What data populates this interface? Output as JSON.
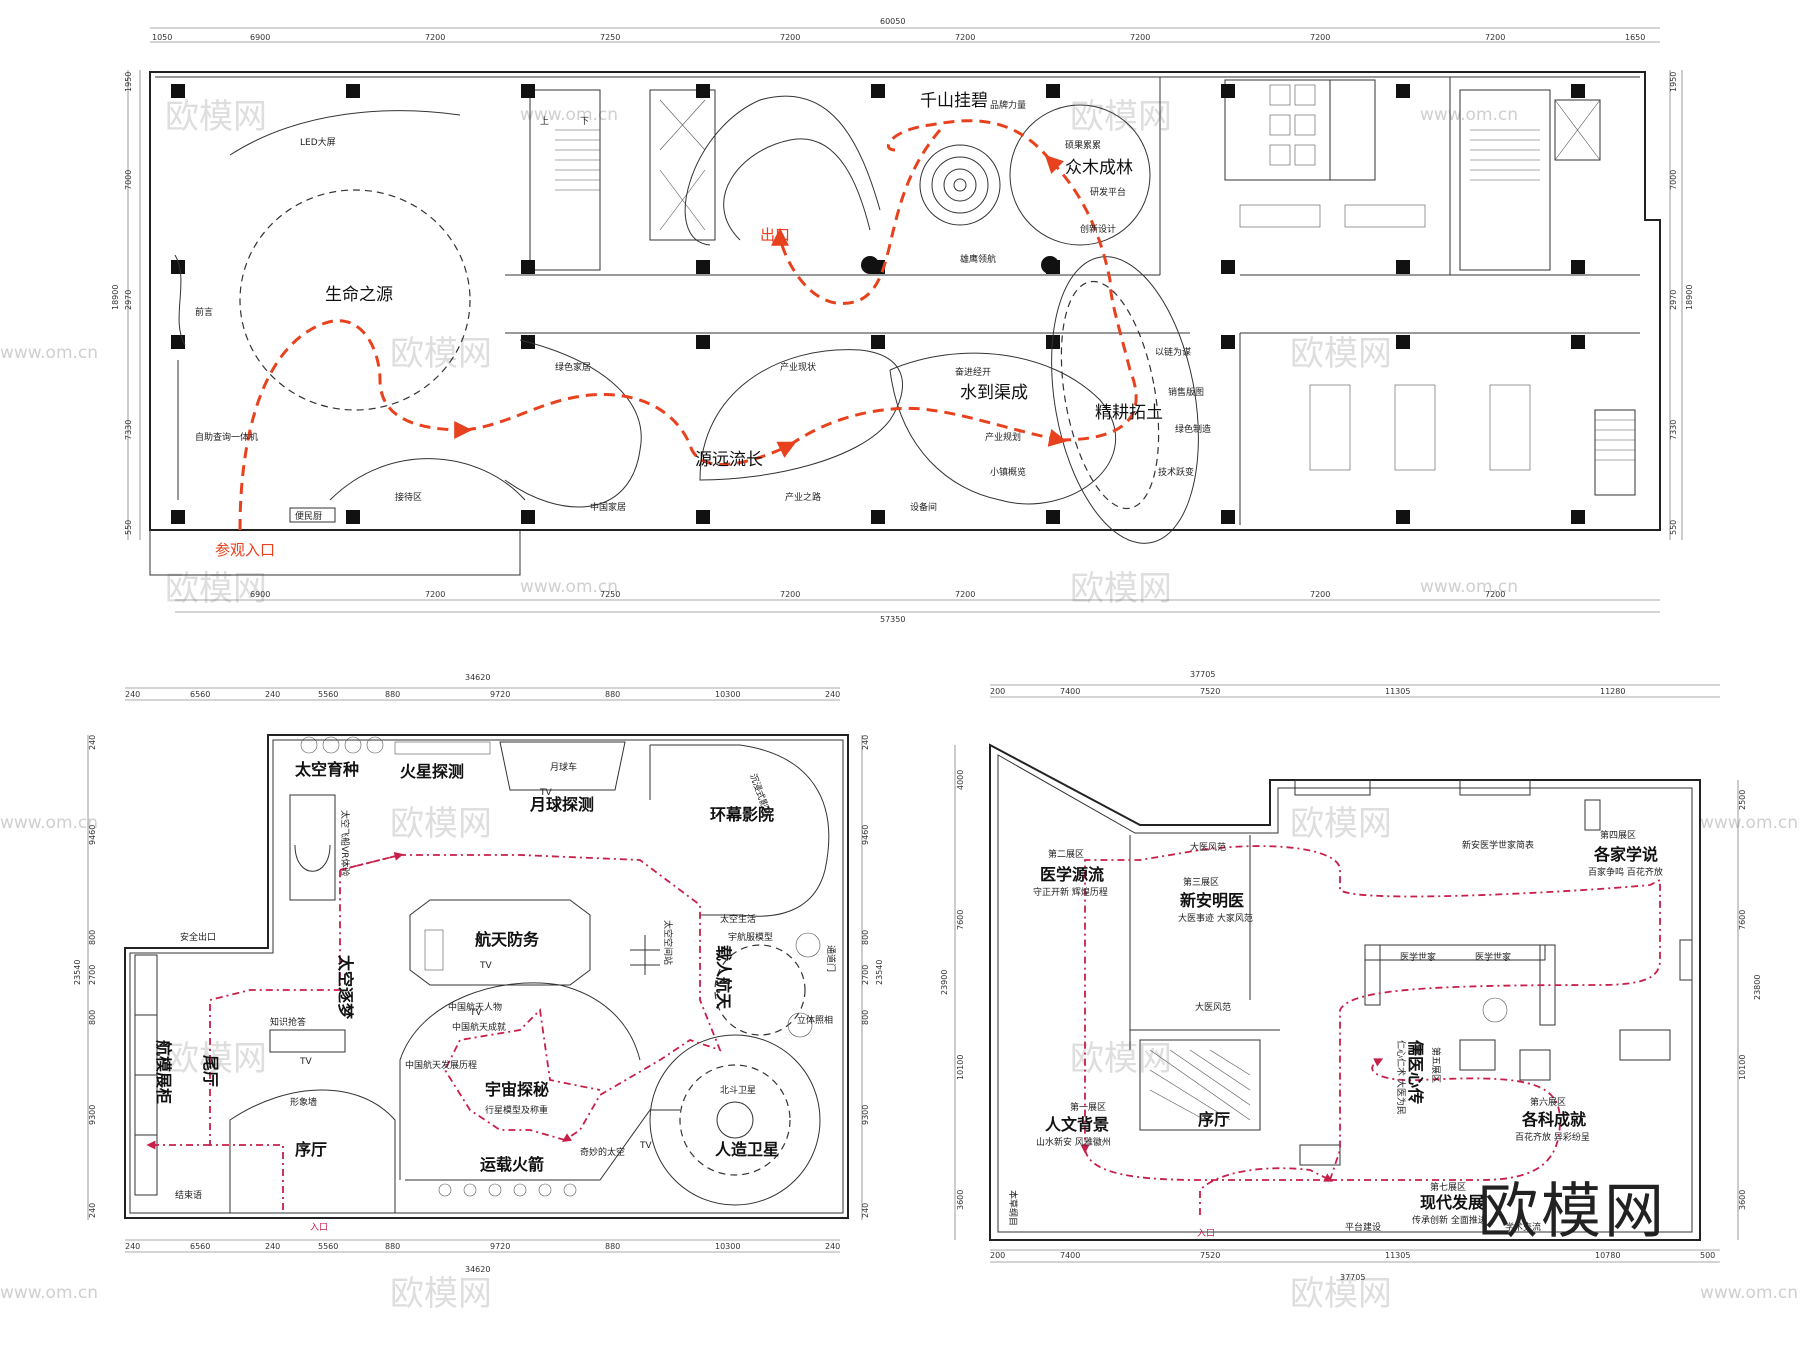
{
  "watermark": {
    "text": "欧模网",
    "url": "www.om.cn"
  },
  "brand_logo": "欧模网",
  "plan_top": {
    "dims_top_total": "60050",
    "dims_top": [
      "1050",
      "6900",
      "7200",
      "7250",
      "7200",
      "7200",
      "7200",
      "7200",
      "7200",
      "1650"
    ],
    "dims_bottom": [
      "6900",
      "7200",
      "7250",
      "7200",
      "7200",
      "7200",
      "7200"
    ],
    "dims_bottom_total": "57350",
    "dims_left": [
      "1950",
      "7000",
      "2970",
      "7330",
      "550"
    ],
    "dims_left_total": "18900",
    "dims_right": [
      "1950",
      "7000",
      "2970",
      "7330",
      "550"
    ],
    "dims_right_total": "18900",
    "stair_labels": [
      "上",
      "下"
    ],
    "labels": {
      "led": "LED大屏",
      "life": "生命之源",
      "preface": "前言",
      "kiosk": "自助查询一体机",
      "convenience": "便民厨",
      "entrance": "参观入口",
      "reception": "接待区",
      "green_home": "绿色家居",
      "china_home": "中国家居",
      "origin": "源远流长",
      "industry_now": "产业现状",
      "industry_road": "产业之路",
      "equipment": "设备间",
      "striving": "奋进经开",
      "canal": "水到渠成",
      "planning": "产业规划",
      "town": "小镇概览",
      "qianshan": "千山挂碧",
      "brand": "品牌力量",
      "fruitful": "硕果累累",
      "forest": "众木成林",
      "rd": "研发平台",
      "innovation": "创新设计",
      "eagle": "雄鹰领航",
      "exit": "出口",
      "chain": "以链为谋",
      "sales": "销售版图",
      "green_mfg": "绿色制造",
      "tech": "技术跃变",
      "cultivate": "精耕拓土"
    }
  },
  "plan_space": {
    "dims_top_total": "34620",
    "dims_top": [
      "240",
      "6560",
      "240",
      "5560",
      "880",
      "9720",
      "880",
      "10300",
      "240"
    ],
    "dims_bottom": [
      "240",
      "6560",
      "240",
      "5560",
      "880",
      "9720",
      "880",
      "10300",
      "240"
    ],
    "dims_bottom_total": "34620",
    "dims_left": [
      "240",
      "9460",
      "800",
      "2700",
      "800",
      "9300",
      "240"
    ],
    "dims_left_total": "23540",
    "dims_right": [
      "240",
      "9460",
      "800",
      "2700",
      "800",
      "9300",
      "240"
    ],
    "dims_right_total": "23540",
    "labels": {
      "breeding": "太空育种",
      "mars": "火星探测",
      "moon": "月球探测",
      "rover": "月球车",
      "cinema": "环幕影院",
      "cinema_small": "沉浸式影院",
      "ship": "太空飞船VR体验",
      "defense": "航天防务",
      "dream": "太空逐梦",
      "safety_exit": "安全出口",
      "manned": "载人航天",
      "space_life": "太空生活",
      "suit": "宇航服模型",
      "cabin": "太空空间站",
      "screen3d": "立体照相",
      "passage": "通道门",
      "knowledge": "知识抢答",
      "cabinet": "航模展柜",
      "tail": "尾厅",
      "figure_wall": "形象墙",
      "preface": "序厅",
      "end": "结束语",
      "entrance": "入口",
      "achievement": "中国航天成就",
      "people": "中国航天人物",
      "history": "中国航天发展历程",
      "universe": "宇宙探秘",
      "planet": "行星模型及称重",
      "rocket": "运载火箭",
      "wonder": "奇妙的太空",
      "beidou": "北斗卫星",
      "satellite": "人造卫星",
      "tv": "TV"
    }
  },
  "plan_med": {
    "dims_top_total": "37705",
    "dims_top": [
      "200",
      "7400",
      "7520",
      "11305",
      "11280"
    ],
    "dims_bottom": [
      "200",
      "7400",
      "7520",
      "11305",
      "10780",
      "500"
    ],
    "dims_bottom_total": "37705",
    "dims_left": [
      "4000",
      "7600",
      "10100",
      "3600"
    ],
    "dims_left_total": "23900",
    "dims_right": [
      "2500",
      "7600",
      "10100",
      "3600"
    ],
    "dims_right_total": "23800",
    "labels": {
      "z2": "第二展区",
      "medical_origin": "医学源流",
      "medical_origin_sub": "守正开新 辉煌历程",
      "z3": "第三展区",
      "xinan": "新安明医",
      "xinan_sub": "大医事迹 大家风范",
      "feng": "大医风范",
      "z4": "第四展区",
      "schools": "各家学说",
      "schools_sub": "百家争鸣 百花齐放",
      "expert": "新安医学世家简表",
      "doctors": "医学世家",
      "z5": "第五展区",
      "confucian": "儒医心传",
      "confucian_sub": "仁心仁术 大医为民",
      "z6": "第六展区",
      "disciplines": "各科成就",
      "disciplines_sub": "百花齐放 异彩纷呈",
      "z1": "第一展区",
      "humanity": "人文背景",
      "humanity_sub": "山水新安 风雅徽州",
      "preface": "序厅",
      "z7": "第七展区",
      "modern": "现代发展",
      "modern_sub": "传承创新 全面推进",
      "entrance": "入口",
      "platform": "平台建设",
      "exchange": "学术交流",
      "feng2": "大医风范",
      "herbs": "本草纲目"
    }
  }
}
